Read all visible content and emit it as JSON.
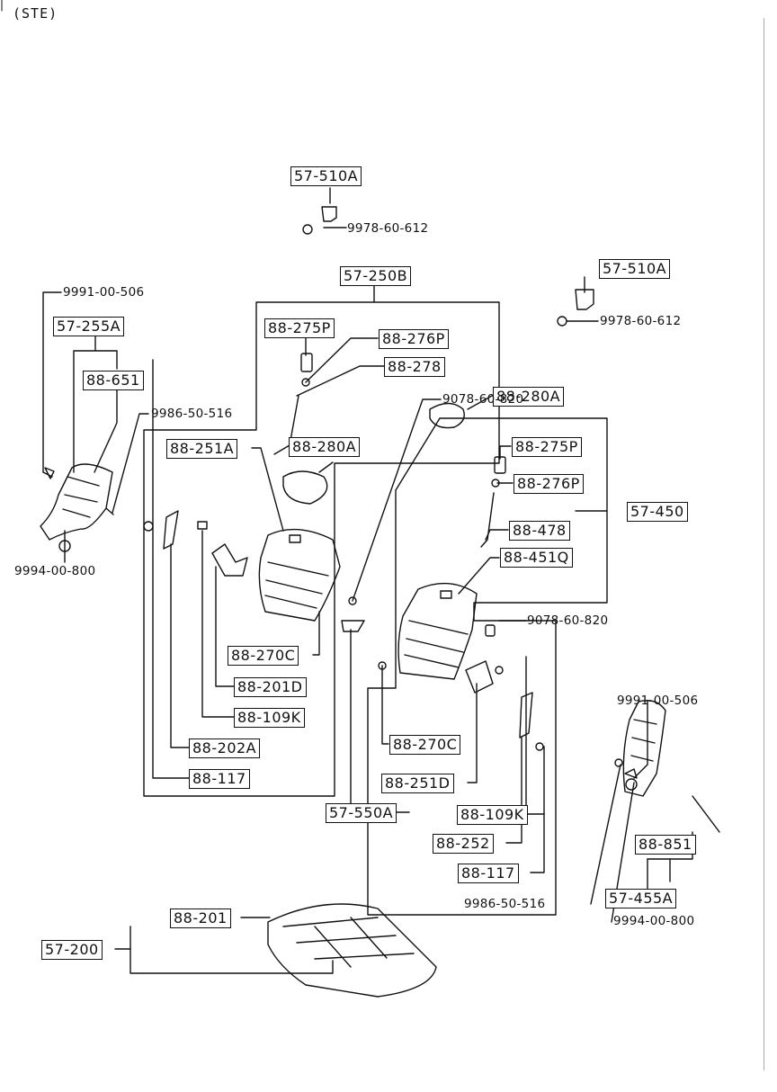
{
  "header": {
    "variant": "(STE)"
  },
  "boxed_labels": {
    "l57_510A_top": "57-510A",
    "l57_510A_right": "57-510A",
    "l57_250B": "57-250B",
    "l88_275P_a": "88-275P",
    "l88_276P_a": "88-276P",
    "l88_278": "88-278",
    "l57_255A": "57-255A",
    "l88_651": "88-651",
    "l88_251A": "88-251A",
    "l88_280A_a": "88-280A",
    "l88_275P_b": "88-275P",
    "l88_276P_b": "88-276P",
    "l57_450": "57-450",
    "l88_478": "88-478",
    "l88_280A_b": "88-280A",
    "l88_451Q": "88-451Q",
    "l88_270C_a": "88-270C",
    "l88_201D": "88-201D",
    "l88_109K_a": "88-109K",
    "l88_202A": "88-202A",
    "l88_117_a": "88-117",
    "l57_550A": "57-550A",
    "l88_270C_b": "88-270C",
    "l88_251D": "88-251D",
    "l88_109K_b": "88-109K",
    "l88_252": "88-252",
    "l88_117_b": "88-117",
    "l88_851": "88-851",
    "l57_455A": "57-455A",
    "l88_201": "88-201",
    "l57_200": "57-200"
  },
  "plain_labels": {
    "p9978_top": "9978-60-612",
    "p9978_right": "9978-60-612",
    "p9991_left": "9991-00-506",
    "p9986_left": "9986-50-516",
    "p9994_left": "9994-00-800",
    "p9078_top": "9078-60-820",
    "p9078_mid": "9078-60-820",
    "p9991_right": "9991-00-506",
    "p9986_bottom": "9986-50-516",
    "p9994_bottom": "9994-00-800"
  }
}
